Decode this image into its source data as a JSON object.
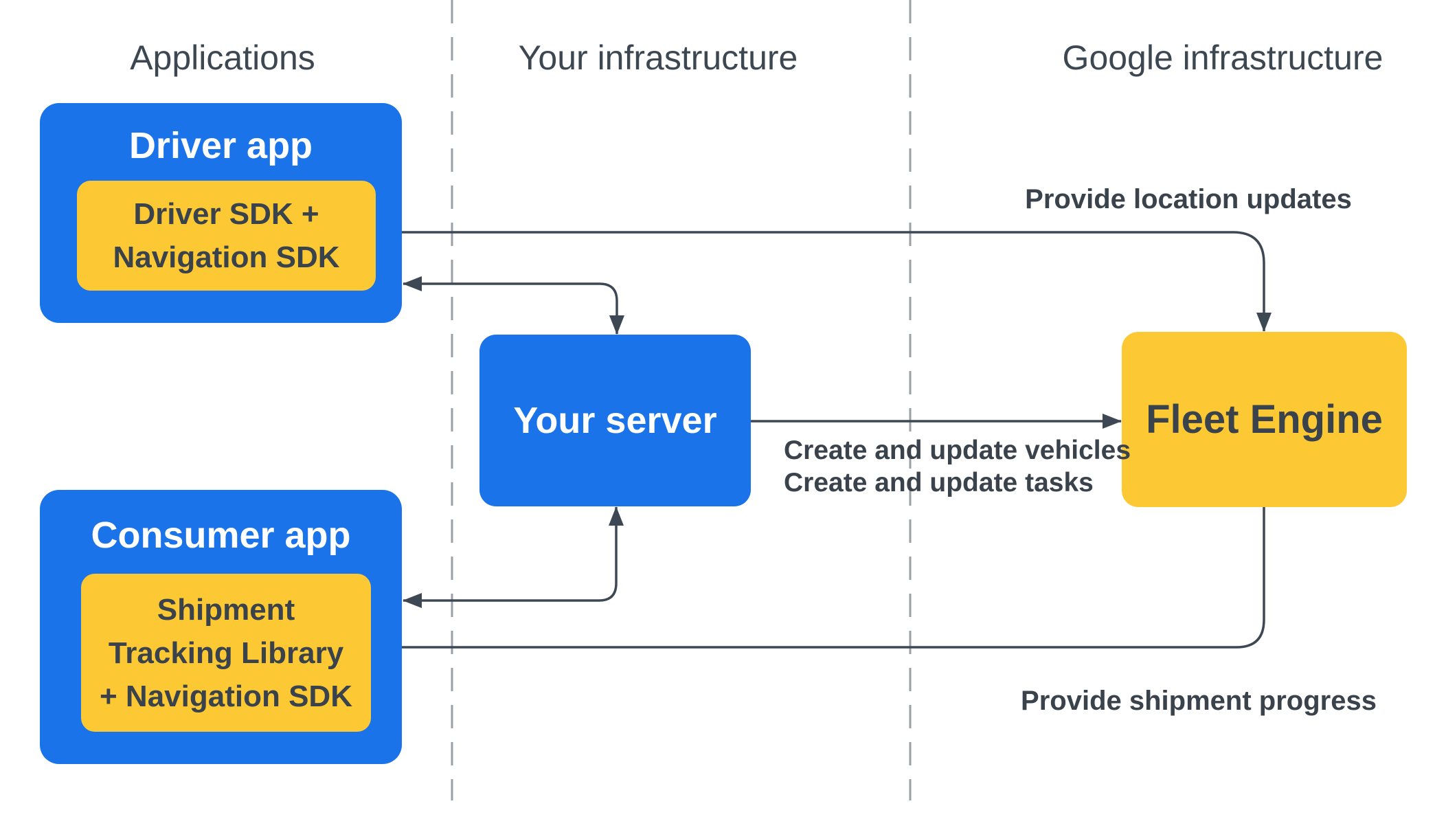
{
  "theme": {
    "blue": "#1a73e8",
    "yellow": "#fcc934",
    "arrow_color": "#3e4854",
    "divider_color": "#9aa0a6",
    "dark_text": "#3a424b",
    "header_text": "#3d4752",
    "title_text_on_blue": "#ffffff"
  },
  "headers": {
    "applications": "Applications",
    "your_infrastructure": "Your infrastructure",
    "google_infrastructure": "Google infrastructure"
  },
  "driver_app": {
    "title": "Driver app",
    "sdk_lines": [
      "Driver SDK +",
      "Navigation SDK"
    ]
  },
  "consumer_app": {
    "title": "Consumer app",
    "sdk_lines": [
      "Shipment",
      "Tracking Library",
      "+ Navigation SDK"
    ]
  },
  "your_server": {
    "title": "Your server"
  },
  "fleet_engine": {
    "title": "Fleet Engine"
  },
  "arrow_labels": {
    "provide_location_updates": "Provide location updates",
    "create_update_lines": [
      "Create and update vehicles",
      "Create and update tasks"
    ],
    "provide_shipment_progress": "Provide shipment progress"
  }
}
